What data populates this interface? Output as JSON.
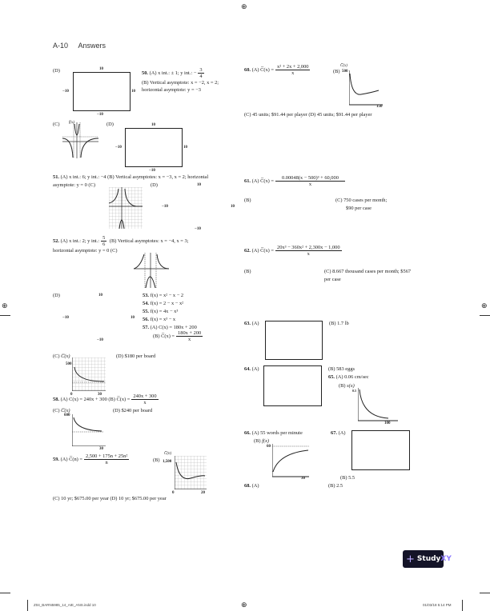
{
  "header": {
    "page": "A-10",
    "title": "Answers"
  },
  "window": {
    "top": "10",
    "left": "−10",
    "right": "10",
    "bottom": "−10"
  },
  "left": {
    "d1": "(D)",
    "p50": {
      "num": "50.",
      "a": "(A) x int.: ± 1; y int.: −",
      "a_n": "3",
      "a_d": "4",
      "b": "(B) Vertical asymptote: x = −2, x = 2;",
      "b2": "horizontal asymptote: y = −3"
    },
    "c50": "(C)",
    "d50": "(D)",
    "fx": "f(x)",
    "ten": "10",
    "x": "x",
    "p51": {
      "num": "51.",
      "l1": "(A) x int.: 6; y int.: −4   (B) Vertical asymptotes: x = −3, x = 2; horizontal",
      "l2": "asymptote: y = 0   (C)",
      "d": "(D)"
    },
    "p52": {
      "num": "52.",
      "a": "(A) x int.: 2; y int.:",
      "a_n": "5",
      "a_d": "6",
      "b": "(B) Vertical asymptotes: x = −4, x = 3;",
      "l2": "horizontal asymptote: y = 0   (C)"
    },
    "d52": "(D)",
    "p53": {
      "num": "53.",
      "t": "f(x) = x² − x − 2"
    },
    "p54": {
      "num": "54.",
      "t": "f(x) = 2 − x − x²"
    },
    "p55": {
      "num": "55.",
      "t": "f(x) = 4x − x³"
    },
    "p56": {
      "num": "56.",
      "t": "f(x) = x³ − x"
    },
    "p57": {
      "num": "57.",
      "a": "(A) C(x) = 180x + 200",
      "b": "(B) C̅(x) =",
      "b_n": "180x + 200",
      "b_d": "x",
      "c": "(C)",
      "cy": "C̅(x)",
      "y500": "500",
      "x0": "0",
      "x30": "30",
      "d": "(D) $180 per board"
    },
    "p58": {
      "num": "58.",
      "a": "(A) C(x) = 240x + 300   (B) C̅(x) =",
      "b_n": "240x + 300",
      "b_d": "x",
      "c": "(C)",
      "cy": "C̅(x)",
      "y600": "600",
      "x30": "30",
      "d": "(D) $240 per board"
    },
    "p59": {
      "num": "59.",
      "a": "(A) C̅(n) =",
      "a_n": "2,500 + 175n + 25n²",
      "a_d": "n",
      "b": "(B)",
      "cy": "C̅(n)",
      "y1500": "1,500",
      "x0": "0",
      "x20": "20",
      "xn": "n",
      "c": "(C) 10 yr; $675.00 per year   (D) 10 yr; $675.00 per year"
    }
  },
  "right": {
    "p60": {
      "num": "60.",
      "a": "(A) C̅(x) =",
      "a_n": "x² + 2x + 2,000",
      "a_d": "x",
      "b": "(B)",
      "cy": "C̅(x)",
      "y500": "500",
      "x150": "150",
      "c": "(C) 45 units; $91.44 per player   (D) 45 units; $91.44 per player"
    },
    "p61": {
      "num": "61.",
      "a": "(A) C̅(x) =",
      "a_n": "0.00048(x − 500)³ + 60,000",
      "a_d": "x",
      "b": "(B)",
      "c1": "(C) 750 cases per month;",
      "c2": "$90 per case"
    },
    "p62": {
      "num": "62.",
      "a": "(A) C̅(x) =",
      "a_n": "20x³ − 360x² + 2,300x − 1,000",
      "a_d": "x",
      "b": "(B)",
      "c1": "(C) 8.667 thousand cases per month; $567",
      "c2": "per case"
    },
    "p63": {
      "num": "63.",
      "a": "(A)",
      "b": "(B) 1.7 lb"
    },
    "p64": {
      "num": "64.",
      "a": "(A)",
      "b": "(B) 583 eggs"
    },
    "p65": {
      "num": "65.",
      "a": "(A) 0.06 cm/sec",
      "b": "(B)",
      "sy": "s(x)",
      "y": "0.5",
      "x100": "100"
    },
    "p66": {
      "num": "66.",
      "a": "(A) 55 words per minute",
      "b": "(B)",
      "fy": "f(x)",
      "y60": "60",
      "x30": "30"
    },
    "p67": {
      "num": "67.",
      "a": "(A)",
      "b": "(B) 5.5"
    },
    "p68": {
      "num": "68.",
      "a": "(A)",
      "b": "(B) 2.5"
    }
  },
  "badge": {
    "brand": "Study",
    "brand2": "XY"
  },
  "footer": {
    "file": "Z04_BARN5985_14_AIE_ANS.indd   10",
    "date": "01/03/18   5:14 PM"
  }
}
